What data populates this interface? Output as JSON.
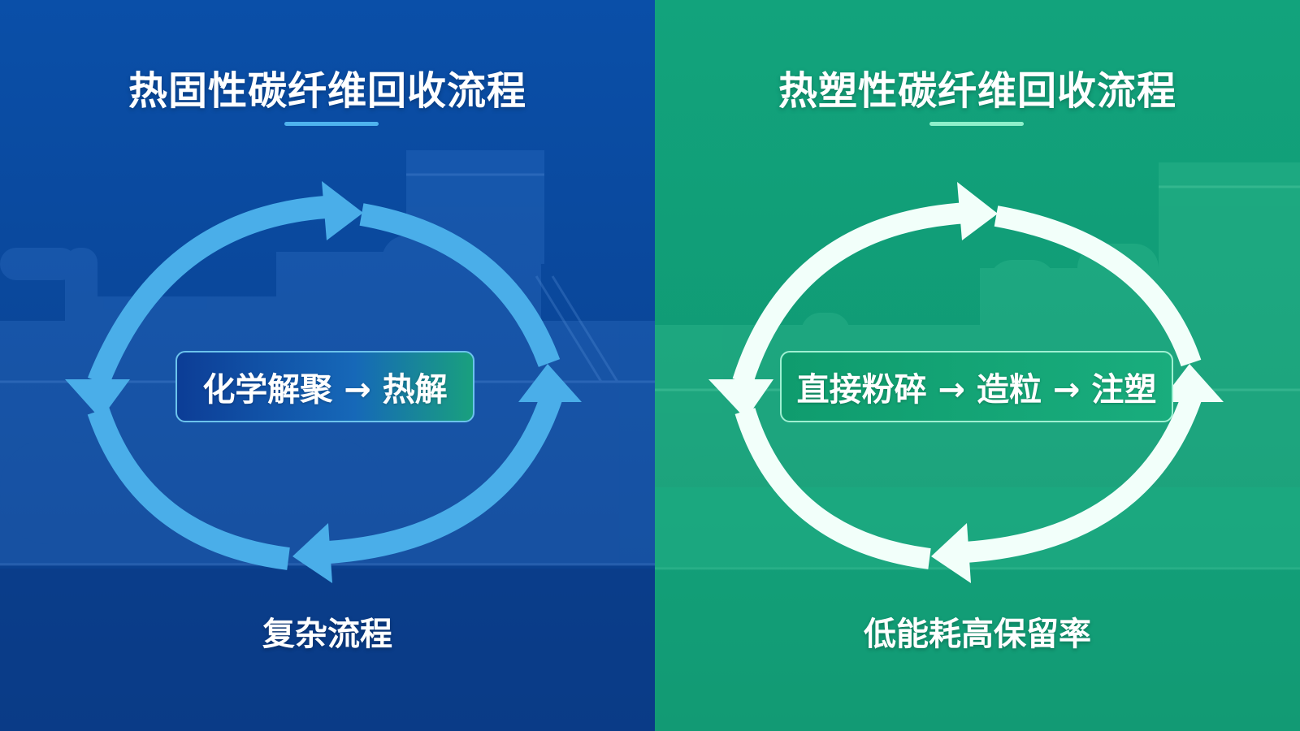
{
  "left_panel": {
    "title": "热固性碳纤维回收流程",
    "process": "化学解聚 → 热解",
    "caption": "复杂流程",
    "colors": {
      "background": "#0a4a9e",
      "arrow": "#4aaee9",
      "accent": "#4fb3ee"
    }
  },
  "right_panel": {
    "title": "热塑性碳纤维回收流程",
    "process": "直接粉碎 → 造粒 → 注塑",
    "caption": "低能耗高保留率",
    "colors": {
      "background": "#11a078",
      "arrow": "#f2fffa",
      "accent": "#8ff0cb"
    }
  },
  "icons": [
    "cycle-arrow-icon"
  ]
}
